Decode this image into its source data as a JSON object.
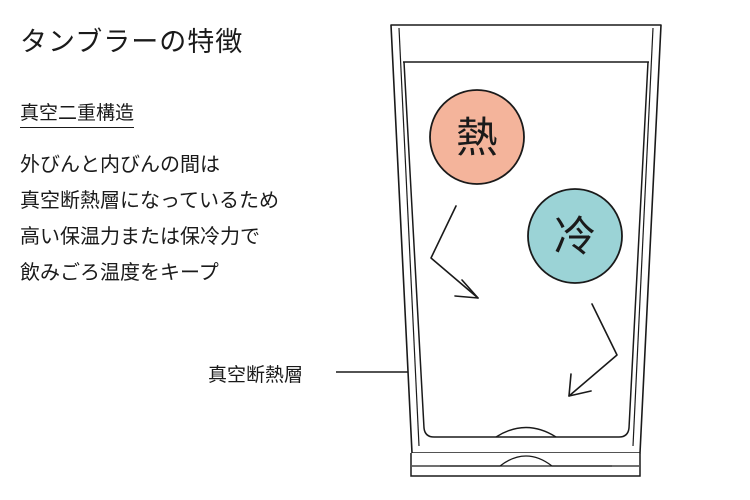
{
  "title": "タンブラーの特徴",
  "section": {
    "heading": "真空二重構造",
    "lines": [
      "外びんと内びんの間は",
      "真空断熱層になっているため",
      "高い保温力または保冷力で",
      "飲みごろ温度をキープ"
    ]
  },
  "callout_label": "真空断熱層",
  "badges": {
    "hot": {
      "label": "熱",
      "color": "#f4b49b"
    },
    "cold": {
      "label": "冷",
      "color": "#9bd3d6"
    }
  }
}
